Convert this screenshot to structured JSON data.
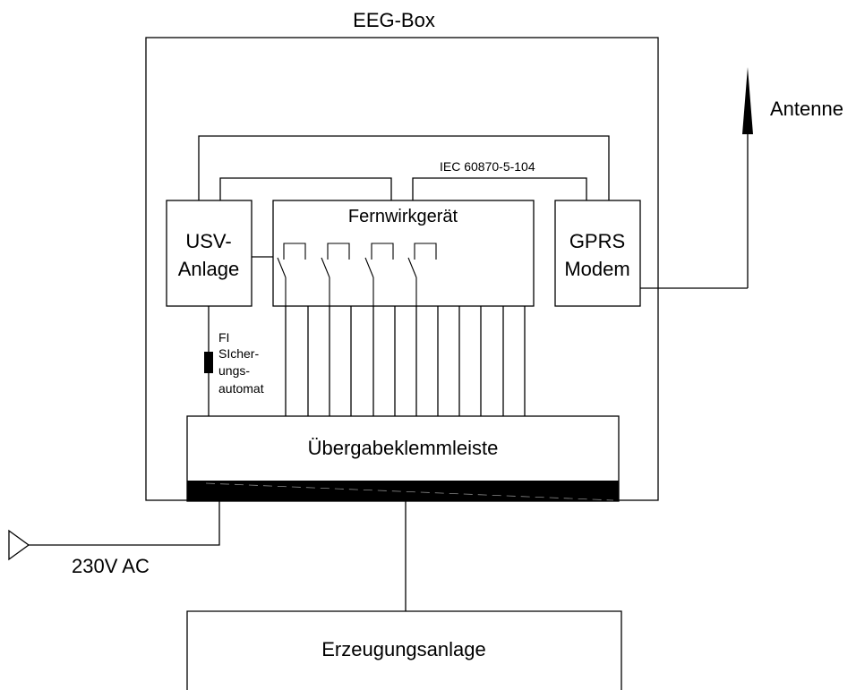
{
  "labels": {
    "box_title": "EEG-Box",
    "antenna": "Antenne",
    "protocol": "IEC 60870-5-104",
    "usv_line1": "USV-",
    "usv_line2": "Anlage",
    "telecontrol": "Fernwirkgerät",
    "gprs_line1": "GPRS",
    "gprs_line2": "Modem",
    "fuse_line1": "FI",
    "fuse_line2": "SIcher-",
    "fuse_line3": "ungs-",
    "fuse_line4": "automat",
    "terminal_strip": "Übergabeklemmleiste",
    "supply": "230V AC",
    "generator": "Erzeugungsanlage"
  },
  "colors": {
    "line": "#000000",
    "background": "#ffffff"
  }
}
